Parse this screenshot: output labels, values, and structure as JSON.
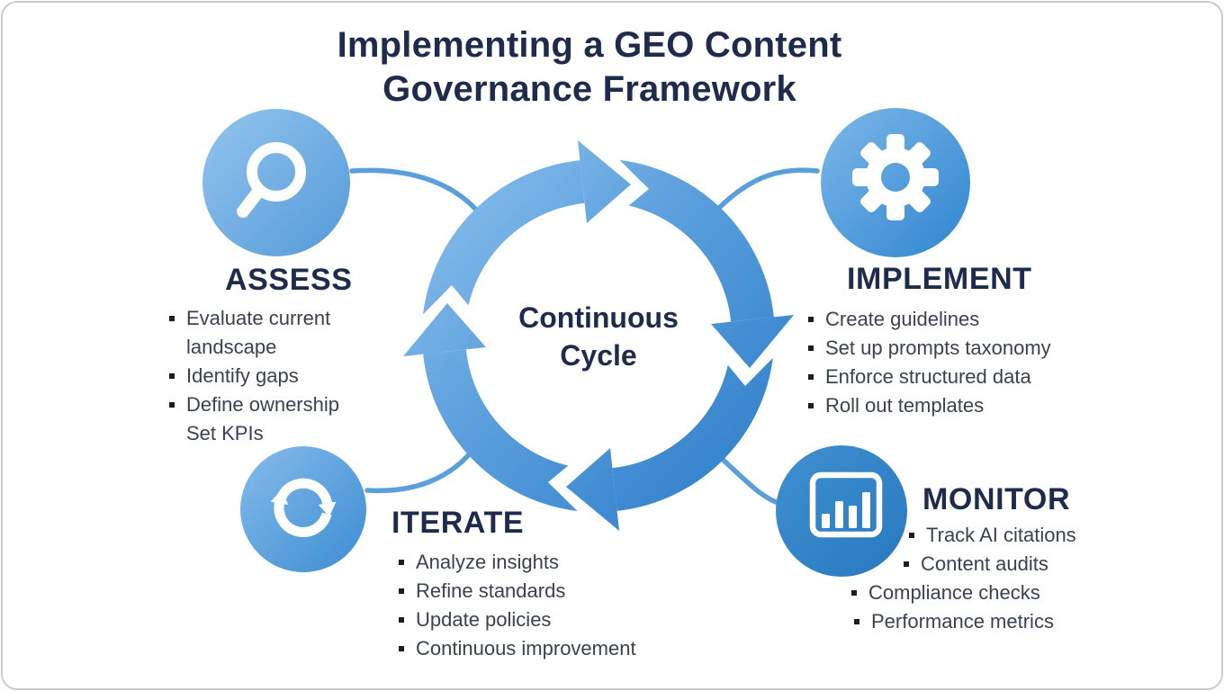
{
  "title": {
    "line1": "Implementing a GEO Content",
    "line2": "Governance Framework"
  },
  "center": {
    "line1": "Continuous",
    "line2": "Cycle"
  },
  "nodes": {
    "assess": {
      "label": "ASSESS",
      "icon": "magnifier-icon",
      "items": [
        {
          "text": "Evaluate current",
          "bullet": true
        },
        {
          "text": "landscape",
          "bullet": false
        },
        {
          "text": "Identify gaps",
          "bullet": true
        },
        {
          "text": "Define ownership",
          "bullet": true
        },
        {
          "text": "Set KPIs",
          "bullet": false
        }
      ]
    },
    "implement": {
      "label": "IMPLEMENT",
      "icon": "gear-icon",
      "items": [
        {
          "text": "Create guidelines",
          "bullet": true
        },
        {
          "text": "Set up prompts taxonomy",
          "bullet": true
        },
        {
          "text": "Enforce structured data",
          "bullet": true
        },
        {
          "text": "Roll out templates",
          "bullet": true
        }
      ]
    },
    "iterate": {
      "label": "ITERATE",
      "icon": "refresh-icon",
      "items": [
        {
          "text": "Analyze insights",
          "bullet": true
        },
        {
          "text": "Refine standards",
          "bullet": true
        },
        {
          "text": "Update policies",
          "bullet": true
        },
        {
          "text": "Continuous improvement",
          "bullet": true
        }
      ]
    },
    "monitor": {
      "label": "MONITOR",
      "icon": "bar-chart-icon",
      "items": [
        {
          "text": "Track AI citations",
          "bullet": true
        },
        {
          "text": "Content audits",
          "bullet": true
        },
        {
          "text": "Compliance checks",
          "bullet": true
        },
        {
          "text": "Performance metrics",
          "bullet": true
        }
      ]
    }
  },
  "colors": {
    "heading_navy": "#1e2b4d",
    "body_text": "#3a424f",
    "cycle_light_blue": "#8fc3ee",
    "cycle_deep_blue": "#2a7cc9",
    "connector_blue": "#5a9fdc",
    "monitor_circle_blue": "#2e80c6",
    "background": "#ffffff"
  }
}
